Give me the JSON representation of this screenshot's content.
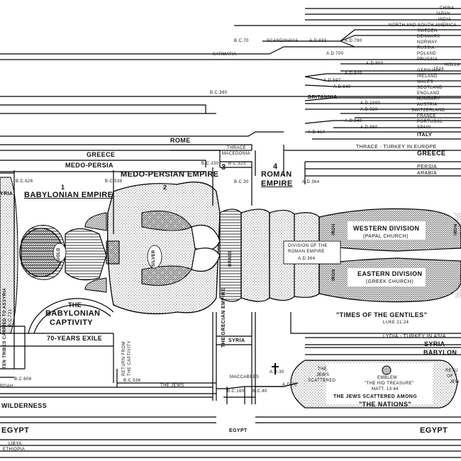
{
  "nations_right": [
    "CHINA",
    "JAPAN",
    "INDIA",
    "NORTH AND SOUTH AMERICA",
    "SWEDEN",
    "DENMARK",
    "NORWAY",
    "RUSSIA",
    "POLAND",
    "PRUSSIA",
    "HOLLA",
    "GERMANY",
    "IRELAND",
    "WALES",
    "SCOTLAND",
    "ENGLAND",
    "HUNGARY",
    "AUSTRIA",
    "SWITZERLAND",
    "FRANCE",
    "PORTUGAL",
    "SPAIN",
    "ITALY"
  ],
  "dates_right": [
    "B.C.70",
    "A.D.833",
    "A.D.790",
    "A.D.700",
    "A.D.900",
    "1516",
    "A.D.840",
    "A.D.597",
    "A.D.640",
    "A.D.1000",
    "A.D.920",
    "A.D.840",
    "A.D.890",
    "A.D.410"
  ],
  "streams": {
    "scandinavia": "SCANDINAVIA",
    "sarmatia": "SARMATIA",
    "britannia": "BRITANNIA",
    "bc380": "B.C.380",
    "rome": "ROME",
    "greece": "GREECE",
    "thrace": "THRACE",
    "macedonia": "MACEDONIA",
    "medo_persia": "MEDO-PERSIA",
    "thrace_turkey": "THRACE - TURKEY IN EUROPE",
    "greece_r": "GREECE",
    "persia": "PERSIA",
    "arabia": "ARABIA",
    "lydia": "LYDIA - TURKEY IN ASIA",
    "syria": "SYRIA",
    "syria_r": "SYRIA",
    "babylon": "BABYLON",
    "the_jews": "THE JEWS",
    "maccabees": "MACCABEES",
    "wilderness": "WILDERNESS",
    "egypt_l": "EGYPT",
    "egypt_m": "EGYPT",
    "egypt_r": "EGYPT",
    "libya": "LIBYA",
    "ethiopia": "ETHIOPIA",
    "rdah": "RDAH",
    "yria": "YRIA"
  },
  "dates_mid": {
    "bc626": "B.C.626",
    "bc538": "B.C.538",
    "bc330": "B.C.330",
    "bc323": "B.C.323",
    "bc30": "B.C.30",
    "ad364": "A.D.364",
    "bc606": "B.C.606",
    "bc536": "B.C.536",
    "bc160": "B.C.160",
    "bc40": "B.C.40",
    "ad30": "A.D.30",
    "ad70": "A.D.70"
  },
  "empires": {
    "n1": "1",
    "babylonian": "BABYLONIAN EMPIRE",
    "n2": "2",
    "medo_persian": "MEDO-PERSIAN EMPIRE",
    "n3": "3",
    "grecian": "THE GRECIAN EMPIRE",
    "n4": "4",
    "roman": "ROMAN",
    "roman2": "EMPIRE"
  },
  "statue": {
    "gold": "GOLD",
    "silver": "SILVER",
    "brass": "BRASS",
    "iron": "IRON",
    "iron2": "IRON",
    "iron3": "IRON",
    "division": "DIVISION OF THE",
    "division2": "ROMAN EMPIRE",
    "division3": "A.D.364",
    "western": "WESTERN DIVISION",
    "western2": "(PAPAL CHURCH)",
    "eastern": "EASTERN DIVISION",
    "eastern2": "(GREEK CHURCH)"
  },
  "captivity": {
    "ten_tribes": "TEN TRIBES CARRIED TO ASSYRIA",
    "bc721": "B.C.721",
    "the": "THE",
    "babylonian": "BABYLONIAN",
    "captivity": "CAPTIVITY",
    "exile": "70-YEARS EXILE",
    "return": "RETURN FROM",
    "return2": "THE CAPTIVITY"
  },
  "gentiles": {
    "title": "\"TIMES OF THE GENTILES\"",
    "ref": "LUKE 21:24"
  },
  "scattered": {
    "jews": "THE",
    "jews2": "JEWS",
    "jews3": "SCATTERED",
    "emblem": "EMBLEM",
    "hid": "\"THE HID TREASURE\"",
    "matt": "MATT. 13:44",
    "among": "THE JEWS SCATTERED AMONG",
    "nations": "\"THE NATIONS\"",
    "ret": "RETU",
    "ret2": "OF T",
    "ret3": "JEW"
  }
}
